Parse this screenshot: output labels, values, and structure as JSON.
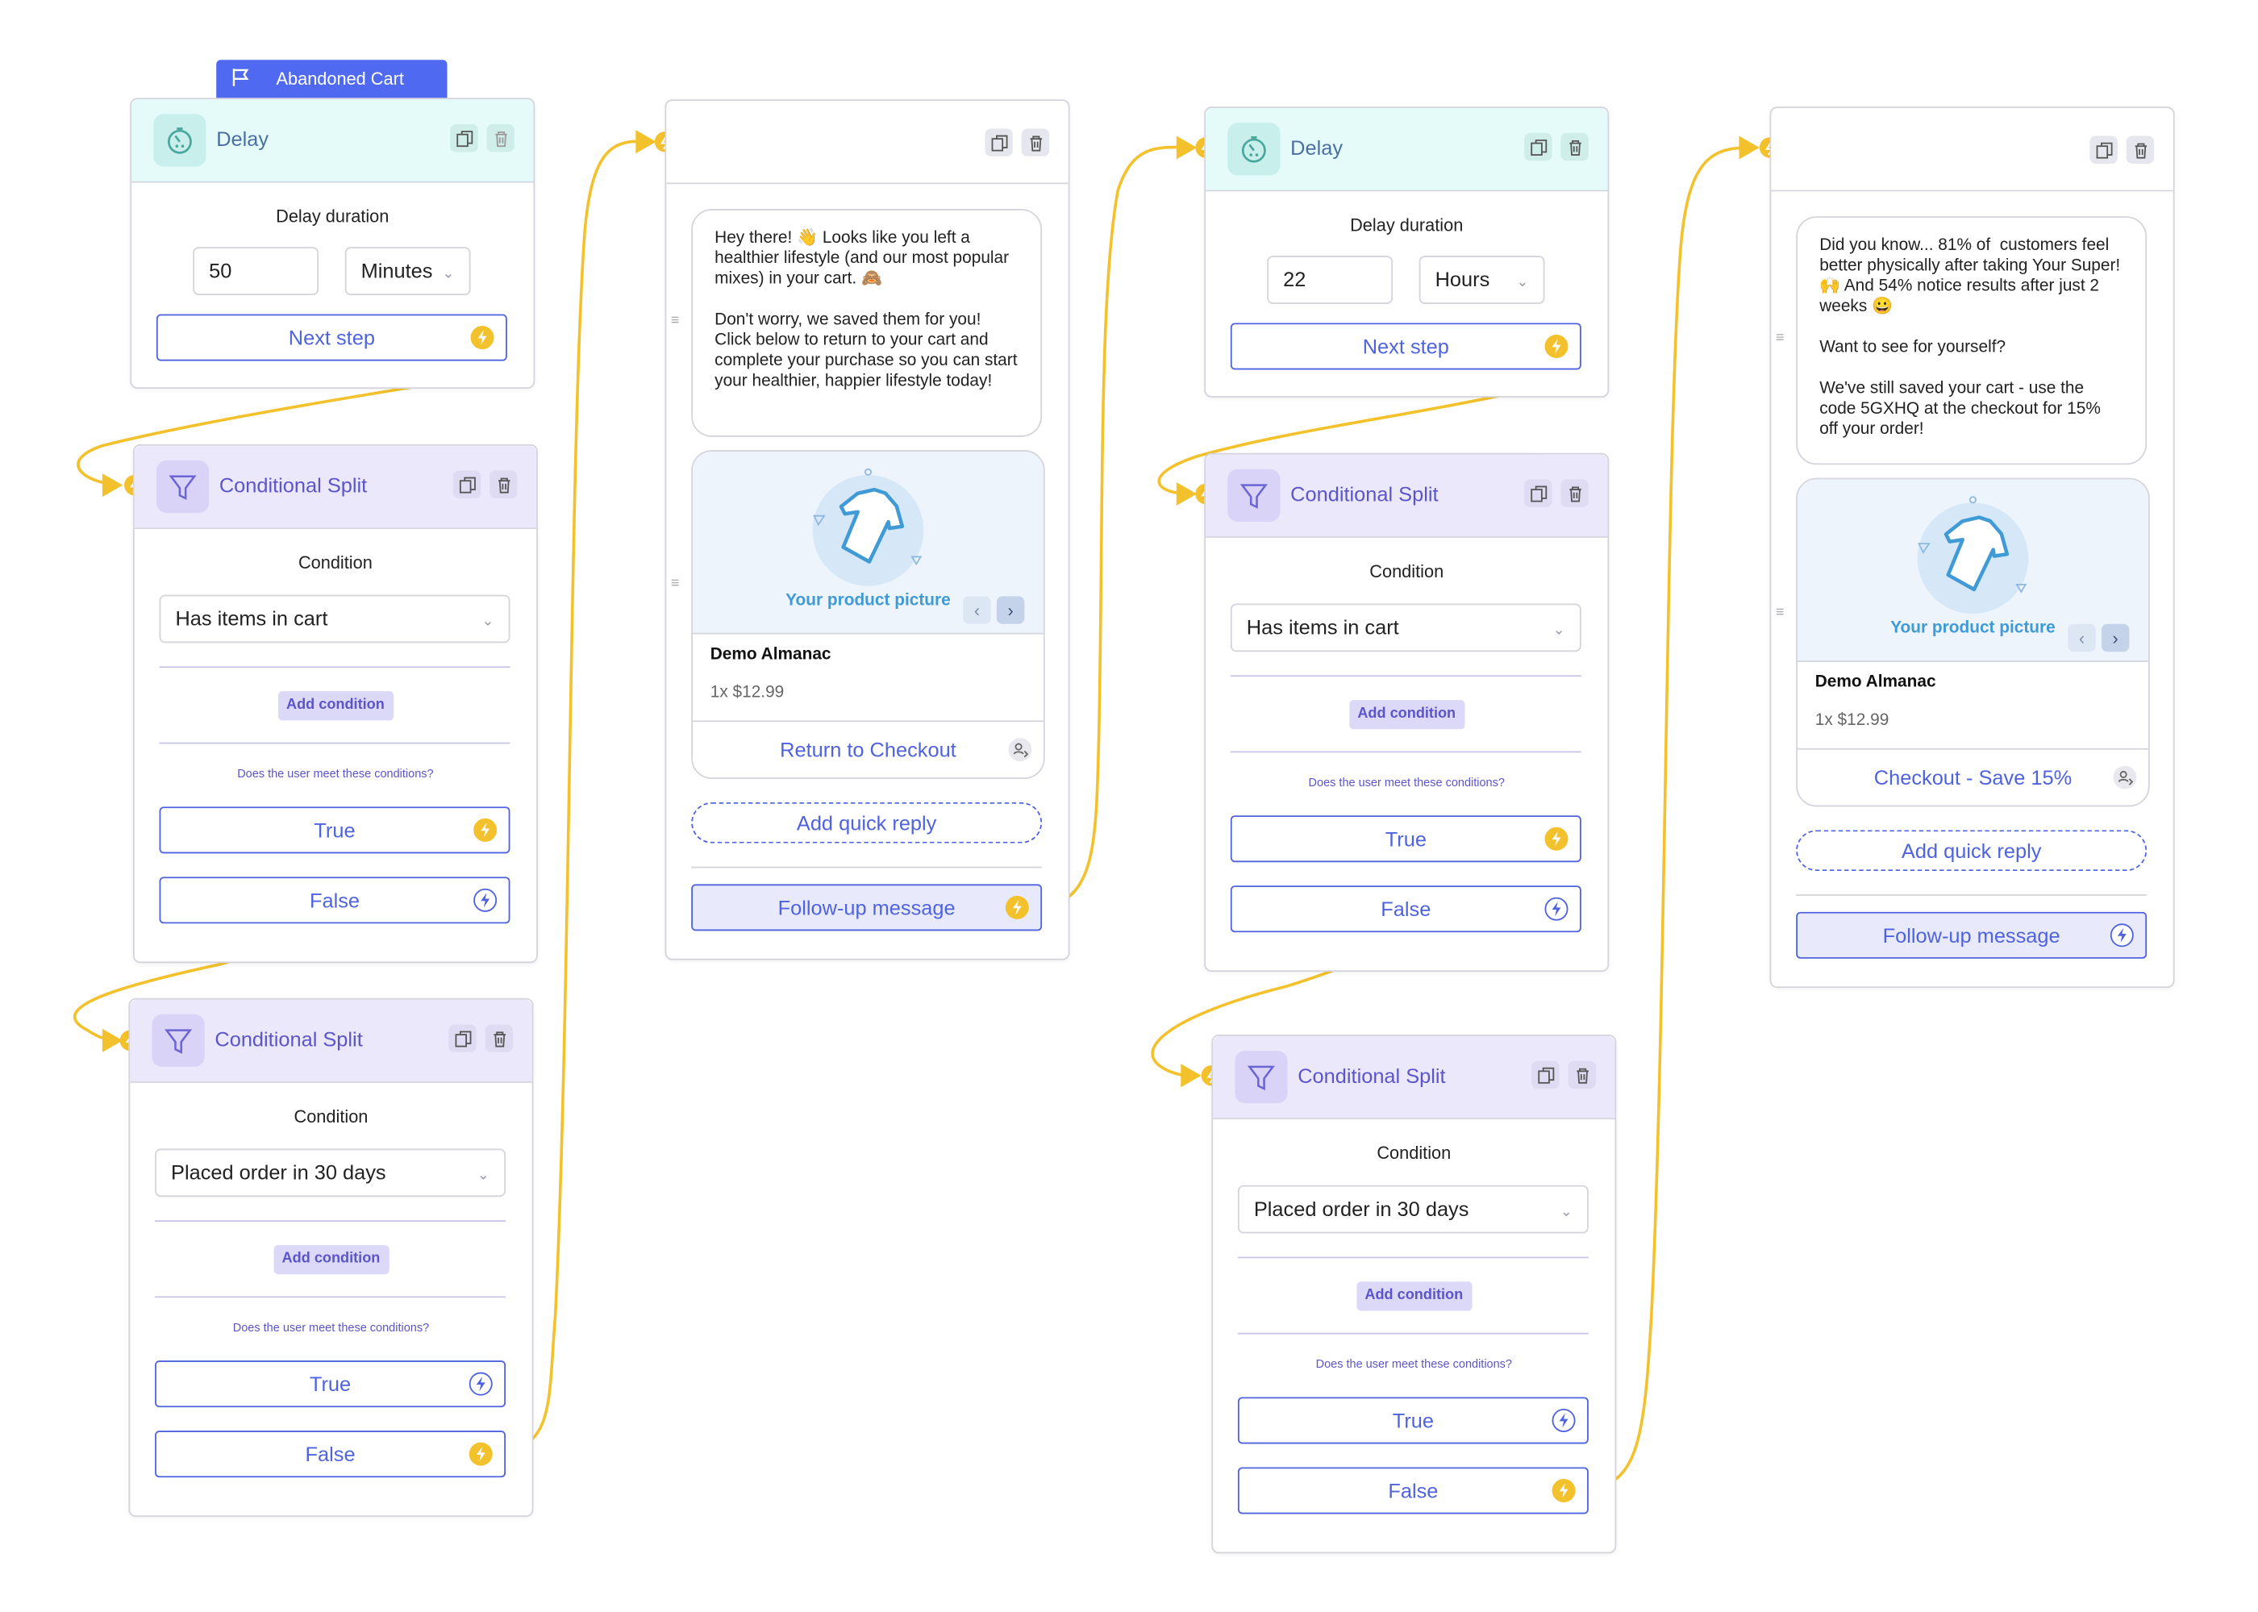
{
  "trigger_tag": "Abandoned Cart",
  "delay1": {
    "title": "Delay",
    "duration_label": "Delay duration",
    "value": "50",
    "unit": "Minutes",
    "next": "Next step"
  },
  "split1": {
    "title": "Conditional Split",
    "condition_label": "Condition",
    "condition": "Has items in cart",
    "add_condition": "Add condition",
    "question": "Does the user meet these conditions?",
    "true_label": "True",
    "false_label": "False"
  },
  "split2": {
    "title": "Conditional Split",
    "condition_label": "Condition",
    "condition": "Placed order in 30 days",
    "add_condition": "Add condition",
    "question": "Does the user meet these conditions?",
    "true_label": "True",
    "false_label": "False"
  },
  "message1": {
    "text": "Hey there! 👋 Looks like you left a healthier lifestyle (and our most popular mixes) in your cart. 🙈\n\nDon't worry, we saved them for you! Click below to return to your cart and complete your purchase so you can start your healthier, happier lifestyle today!",
    "picture_caption": "Your product picture",
    "product_name": "Demo Almanac",
    "product_price": "1x $12.99",
    "link": "Return to Checkout",
    "quick_reply": "Add quick reply",
    "follow_up": "Follow-up message"
  },
  "delay2": {
    "title": "Delay",
    "duration_label": "Delay duration",
    "value": "22",
    "unit": "Hours",
    "next": "Next step"
  },
  "split3": {
    "title": "Conditional Split",
    "condition_label": "Condition",
    "condition": "Has items in cart",
    "add_condition": "Add condition",
    "question": "Does the user meet these conditions?",
    "true_label": "True",
    "false_label": "False"
  },
  "split4": {
    "title": "Conditional Split",
    "condition_label": "Condition",
    "condition": "Placed order in 30 days",
    "add_condition": "Add condition",
    "question": "Does the user meet these conditions?",
    "true_label": "True",
    "false_label": "False"
  },
  "message2": {
    "text": "Did you know... 81% of  customers feel better physically after taking Your Super! 🙌 And 54% notice results after just 2 weeks 😀\n\nWant to see for yourself?\n\nWe've still saved your cart - use the code 5GXHQ at the checkout for 15% off your order!",
    "picture_caption": "Your product picture",
    "product_name": "Demo Almanac",
    "product_price": "1x $12.99",
    "link": "Checkout - Save 15%",
    "quick_reply": "Add quick reply",
    "follow_up": "Follow-up message"
  },
  "colors": {
    "accent": "#4f63df",
    "connector": "#f3c12c",
    "delay_header": "#e4fbfa",
    "split_header": "#ebe8fb",
    "tag": "#4f6af0"
  },
  "icons": [
    "flag-icon",
    "stopwatch-icon",
    "filter-icon",
    "duplicate-icon",
    "trash-icon",
    "bolt-icon",
    "chevron-down-icon",
    "chevron-left-icon",
    "chevron-right-icon",
    "shirt-icon",
    "user-swap-icon",
    "drag-handle-icon"
  ]
}
